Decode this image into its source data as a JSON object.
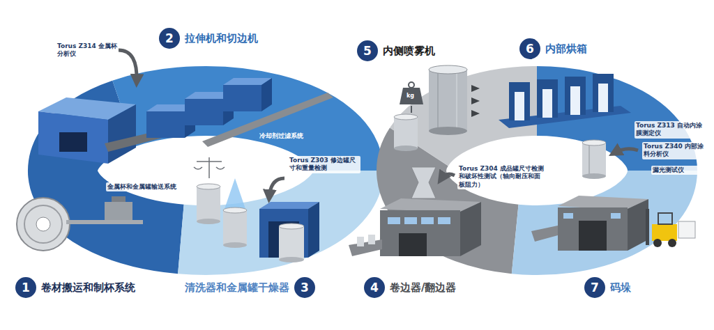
{
  "diagram": {
    "nodes": [
      {
        "text": [
          "1",
          "卷材搬运和制杯系统"
        ]
      },
      {
        "text": [
          "2",
          "拉伸机和切边机"
        ]
      },
      {
        "text": [
          "3",
          "清洗器和金属罐干燥器"
        ]
      },
      {
        "text": [
          "4",
          "卷边器/翻边器"
        ]
      },
      {
        "text": [
          "5",
          "内侧喷雾机"
        ]
      },
      {
        "text": [
          "6",
          "内部烘箱"
        ]
      },
      {
        "text": [
          "7",
          "码垛"
        ]
      }
    ],
    "labels": [
      "Torus Z314 金属杯分析仪",
      "冷却剂过滤系统",
      "金属杯和金属罐输送系统",
      "Torus Z303 修边罐尺寸和重量检测",
      "kg",
      "Torus Z304 成品罐尺寸检测和破坏性测试（轴向耐压和面板阻力）",
      "Torus Z313 自动内涂膜测定仪",
      "Torus Z340 内部涂料分析仪",
      "漏光测试仪"
    ]
  }
}
